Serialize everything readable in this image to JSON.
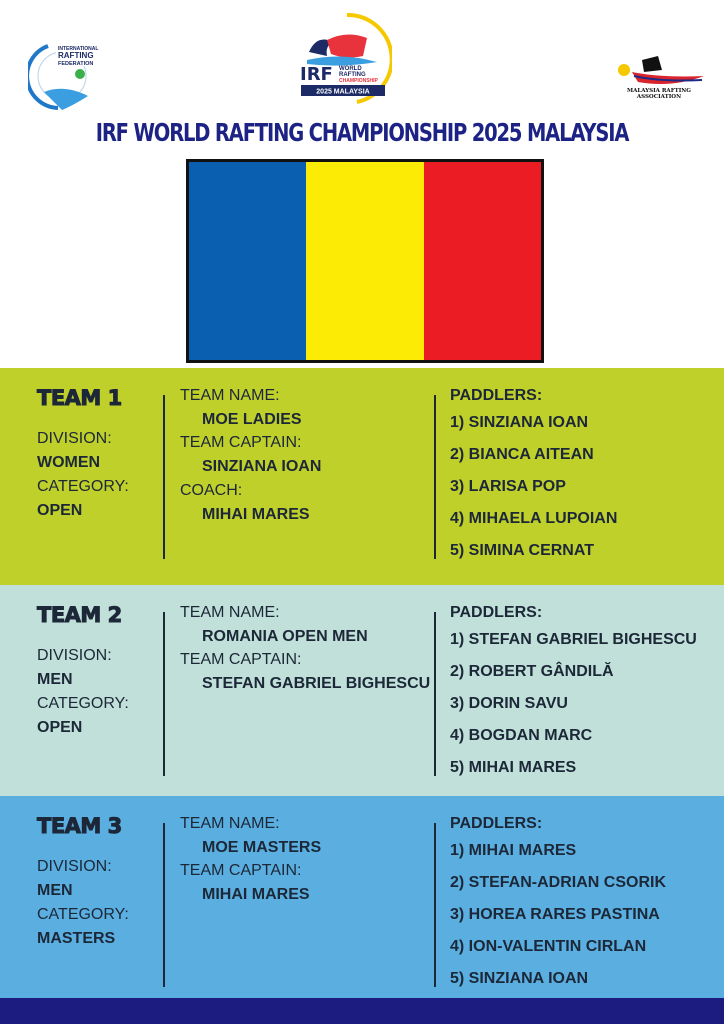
{
  "header": {
    "logo_left": "International Rafting Federation",
    "logo_center": "IRF World Rafting Championship 2025 Malaysia",
    "logo_right": "Malaysia Rafting Association",
    "title": "IRF WORLD RAFTING CHAMPIONSHIP 2025 MALAYSIA"
  },
  "flag": {
    "colors": [
      "#0a5fb0",
      "#fcec05",
      "#ec1c24"
    ]
  },
  "labels": {
    "division": "DIVISION:",
    "category": "CATEGORY:",
    "team_name": "TEAM NAME:",
    "team_captain": "TEAM CAPTAIN:",
    "coach": "COACH:",
    "paddlers": "PADDLERS:"
  },
  "teams": [
    {
      "title": "TEAM 1",
      "bg": "#c0d02b",
      "division": "WOMEN",
      "category": "OPEN",
      "team_name": "MOE LADIES",
      "team_captain": "SINZIANA IOAN",
      "coach": "MIHAI MARES",
      "paddlers": [
        "1) SINZIANA IOAN",
        "2) BIANCA AITEAN",
        "3) LARISA POP",
        "4) MIHAELA LUPOIAN",
        "5) SIMINA CERNAT"
      ]
    },
    {
      "title": "TEAM 2",
      "bg": "#c0e0d9",
      "division": "MEN",
      "category": "OPEN",
      "team_name": "ROMANIA OPEN MEN",
      "team_captain": "STEFAN GABRIEL BIGHESCU",
      "paddlers": [
        "1) STEFAN GABRIEL BIGHESCU",
        "2) ROBERT GÂNDILĂ",
        "3) DORIN SAVU",
        "4) BOGDAN MARC",
        "5) MIHAI MARES"
      ]
    },
    {
      "title": "TEAM 3",
      "bg": "#5aafe0",
      "division": "MEN",
      "category": "MASTERS",
      "team_name": "MOE MASTERS",
      "team_captain": "MIHAI MARES",
      "paddlers": [
        "1) MIHAI MARES",
        "2) STEFAN-ADRIAN CSORIK",
        "3) HOREA RARES PASTINA",
        "4) ION-VALENTIN CIRLAN",
        "5) SINZIANA IOAN"
      ]
    }
  ]
}
